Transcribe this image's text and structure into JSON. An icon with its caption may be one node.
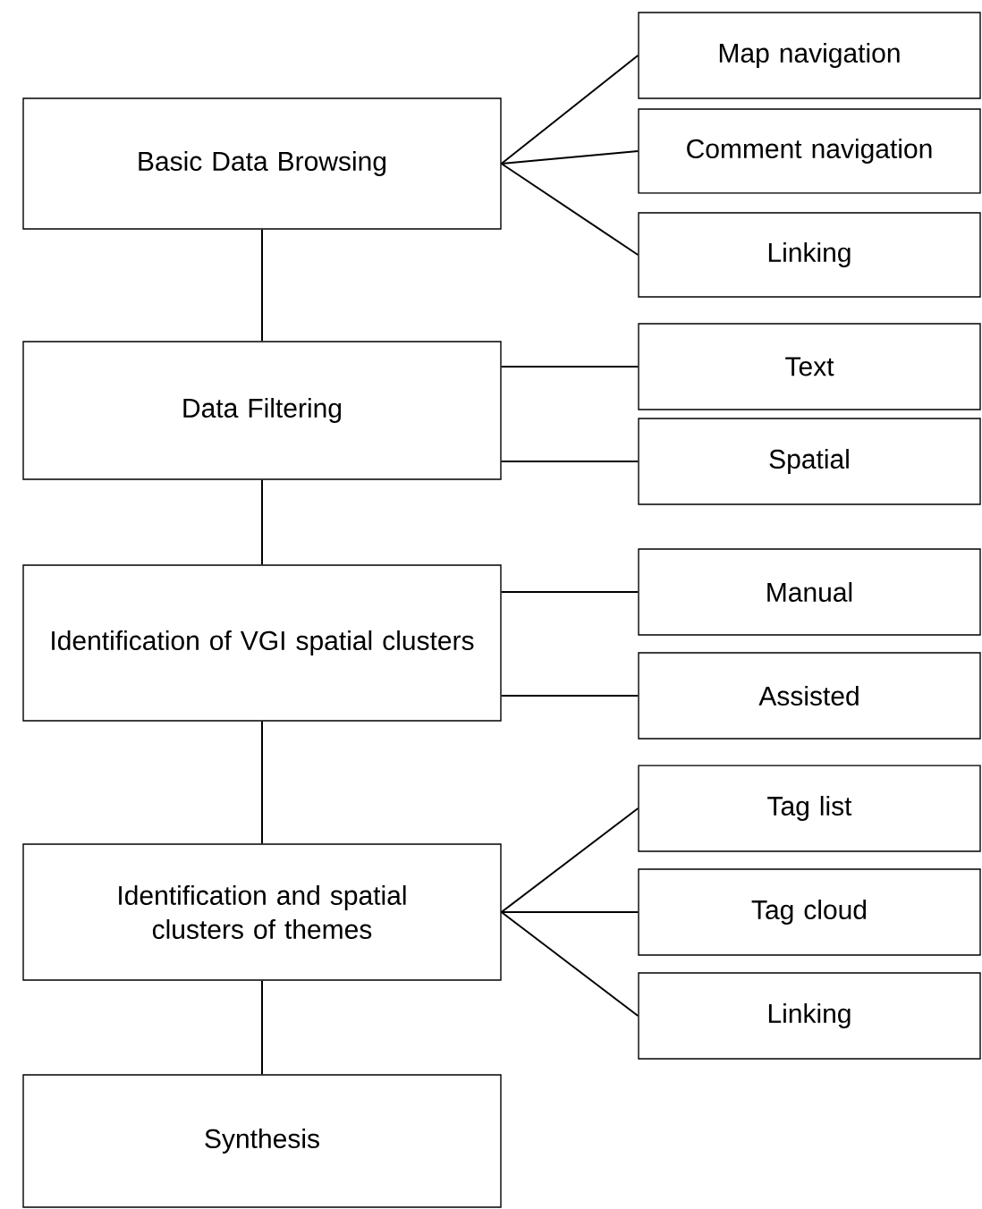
{
  "diagram": {
    "nodes": [
      {
        "text": [
          "Basic Data Browsing"
        ]
      },
      {
        "text": [
          "Map navigation"
        ]
      },
      {
        "text": [
          "Comment navigation"
        ]
      },
      {
        "text": [
          "Linking"
        ]
      },
      {
        "text": [
          "Data Filtering"
        ]
      },
      {
        "text": [
          "Text"
        ]
      },
      {
        "text": [
          "Spatial"
        ]
      },
      {
        "text": [
          "Identification of VGI spatial clusters"
        ]
      },
      {
        "text": [
          "Manual"
        ]
      },
      {
        "text": [
          "Assisted"
        ]
      },
      {
        "text": [
          "Identification and spatial clusters of themes"
        ]
      },
      {
        "text": [
          "Tag list"
        ]
      },
      {
        "text": [
          "Tag cloud"
        ]
      },
      {
        "text": [
          "Linking"
        ]
      },
      {
        "text": [
          "Synthesis"
        ]
      }
    ],
    "edges": [
      {
        "from": 0,
        "to": 1,
        "arrow": "none"
      },
      {
        "from": 0,
        "to": 2,
        "arrow": "none"
      },
      {
        "from": 0,
        "to": 3,
        "arrow": "none"
      },
      {
        "from": 0,
        "to": 4,
        "arrow": "none"
      },
      {
        "from": 4,
        "to": 5,
        "arrow": "none"
      },
      {
        "from": 4,
        "to": 6,
        "arrow": "none"
      },
      {
        "from": 4,
        "to": 7,
        "arrow": "none"
      },
      {
        "from": 7,
        "to": 8,
        "arrow": "none"
      },
      {
        "from": 7,
        "to": 9,
        "arrow": "none"
      },
      {
        "from": 7,
        "to": 10,
        "arrow": "none"
      },
      {
        "from": 10,
        "to": 11,
        "arrow": "none"
      },
      {
        "from": 10,
        "to": 12,
        "arrow": "none"
      },
      {
        "from": 10,
        "to": 13,
        "arrow": "none"
      },
      {
        "from": 10,
        "to": 14,
        "arrow": "none"
      }
    ]
  }
}
